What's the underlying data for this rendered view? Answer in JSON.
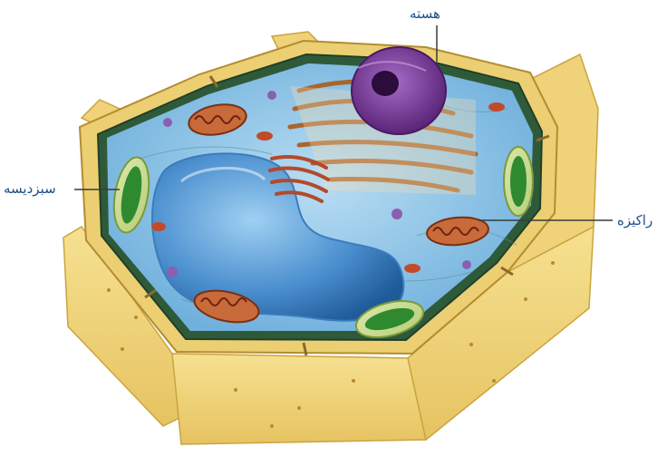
{
  "labels": {
    "nucleus": "هسته",
    "chloroplast": "سبزدیسه",
    "mitochondrion": "راکیزه"
  },
  "colors": {
    "cell_wall": "#f2d57a",
    "cell_wall_dark": "#c9a43f",
    "cytoplasm": "#8fc6e8",
    "vacuole": "#4b8fcf",
    "nucleus": "#7b3a9a",
    "er": "#a8652e",
    "chloroplast": "#2f8a2f",
    "mitochondria": "#9b4a26",
    "label_text": "#1f4e8c",
    "leader_line": "#3a3a3a"
  }
}
